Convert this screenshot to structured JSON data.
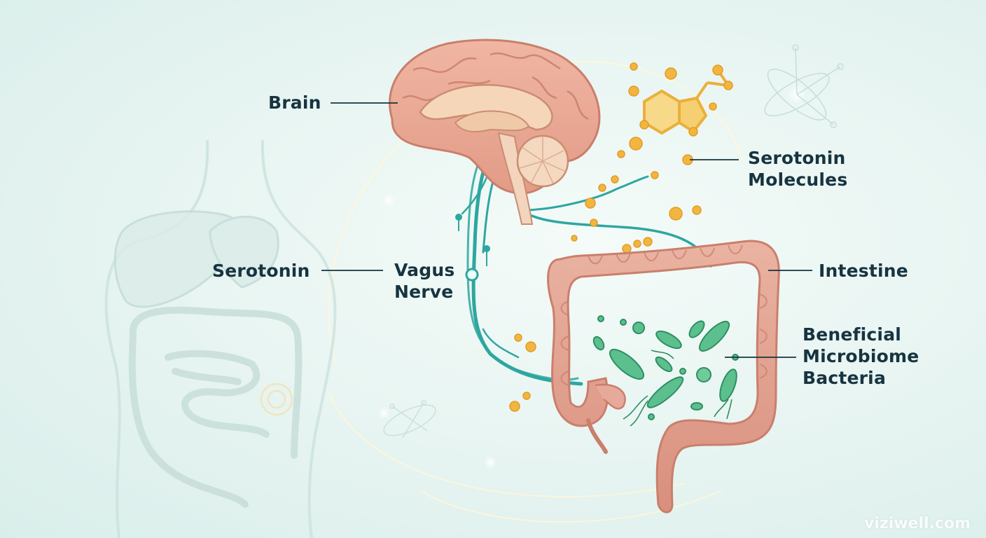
{
  "labels": {
    "brain": "Brain",
    "serotonin_molecules_line1": "Serotonin",
    "serotonin_molecules_line2": "Molecules",
    "serotonin": "Serotonin",
    "vagus_line1": "Vagus",
    "vagus_line2": "Nerve",
    "intestine": "Intestine",
    "bacteria_line1": "Beneficial",
    "bacteria_line2": "Microbiome",
    "bacteria_line3": "Bacteria"
  },
  "watermark": "viziwell.com",
  "colors": {
    "brain": "#e9a794",
    "brain_outline": "#c97f6c",
    "nerve": "#2ea6a0",
    "molecule": "#f2b640",
    "bacteria": "#3aa878",
    "intestine": "#e2a190",
    "label_text": "#173440"
  }
}
